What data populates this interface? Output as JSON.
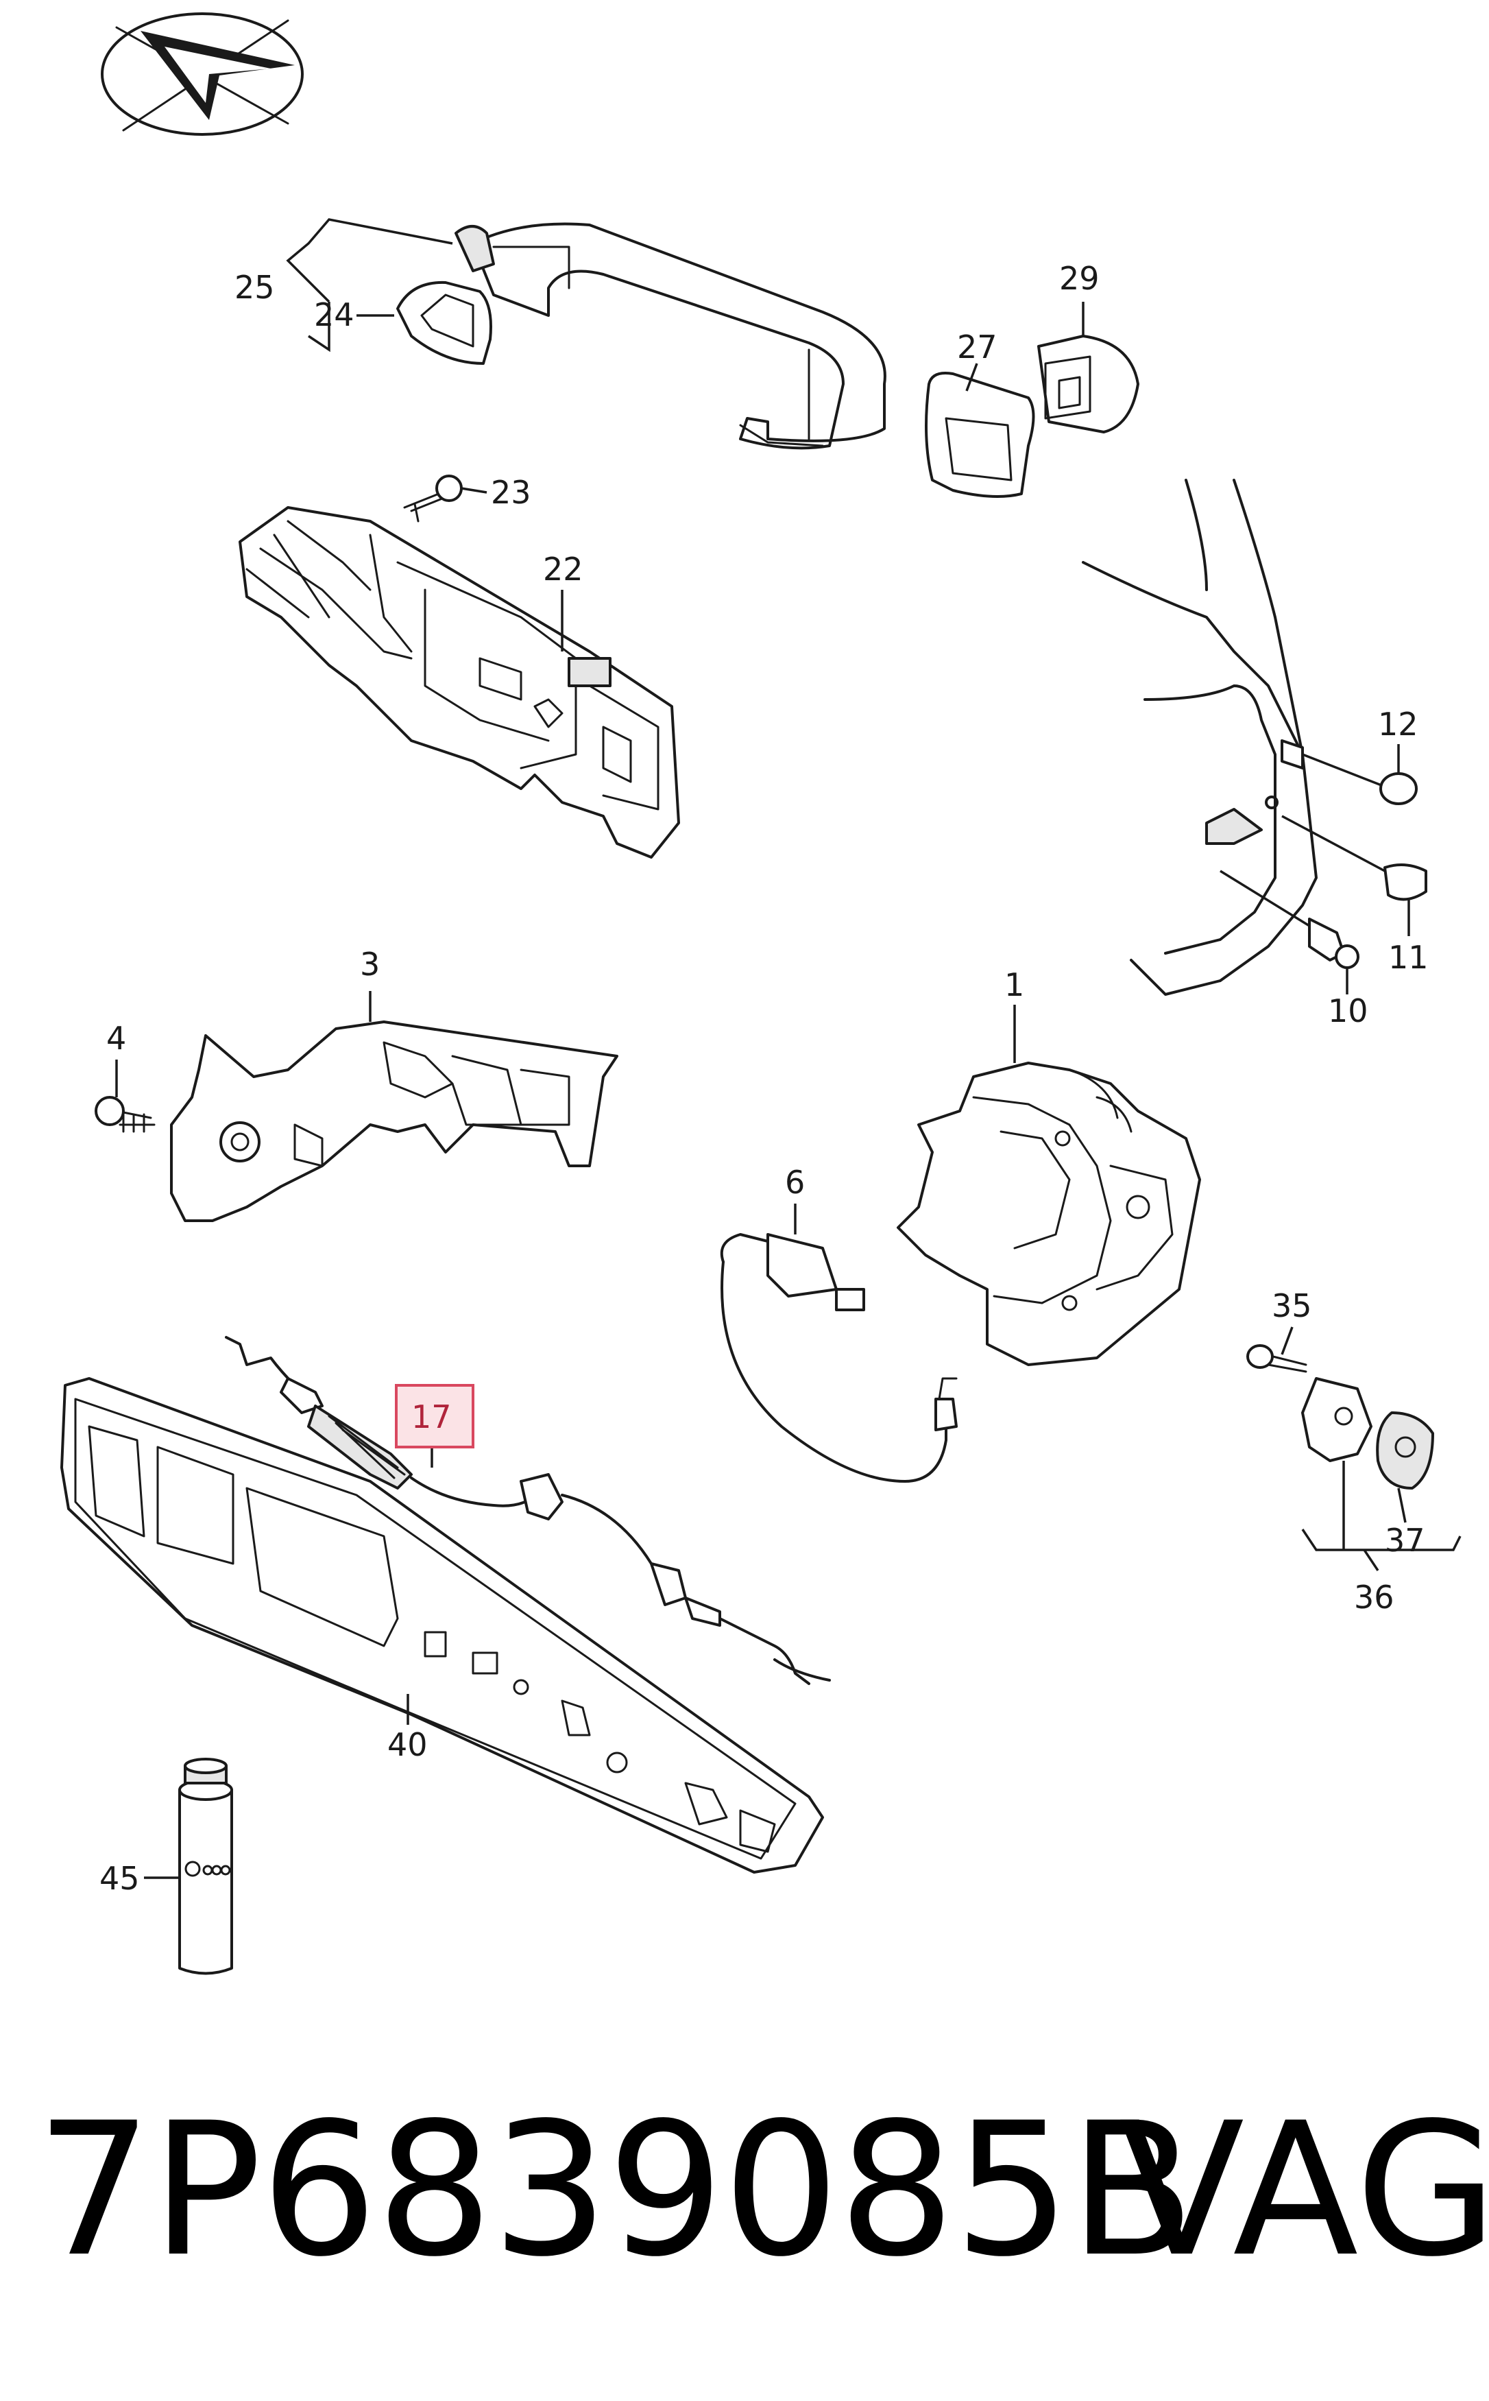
{
  "diagram": {
    "callouts": [
      {
        "id": "c25",
        "label": "25"
      },
      {
        "id": "c24",
        "label": "24"
      },
      {
        "id": "c29",
        "label": "29"
      },
      {
        "id": "c27",
        "label": "27"
      },
      {
        "id": "c23",
        "label": "23"
      },
      {
        "id": "c22",
        "label": "22"
      },
      {
        "id": "c12",
        "label": "12"
      },
      {
        "id": "c11",
        "label": "11"
      },
      {
        "id": "c10",
        "label": "10"
      },
      {
        "id": "c3",
        "label": "3"
      },
      {
        "id": "c4",
        "label": "4"
      },
      {
        "id": "c1",
        "label": "1"
      },
      {
        "id": "c6",
        "label": "6"
      },
      {
        "id": "c35",
        "label": "35"
      },
      {
        "id": "c17",
        "label": "17",
        "highlighted": true
      },
      {
        "id": "c37",
        "label": "37"
      },
      {
        "id": "c36",
        "label": "36"
      },
      {
        "id": "c40",
        "label": "40"
      },
      {
        "id": "c45",
        "label": "45"
      }
    ],
    "highlight_color": "#d9485f"
  },
  "footer": {
    "part_number": "7P6839085B",
    "brand": "VAG"
  }
}
